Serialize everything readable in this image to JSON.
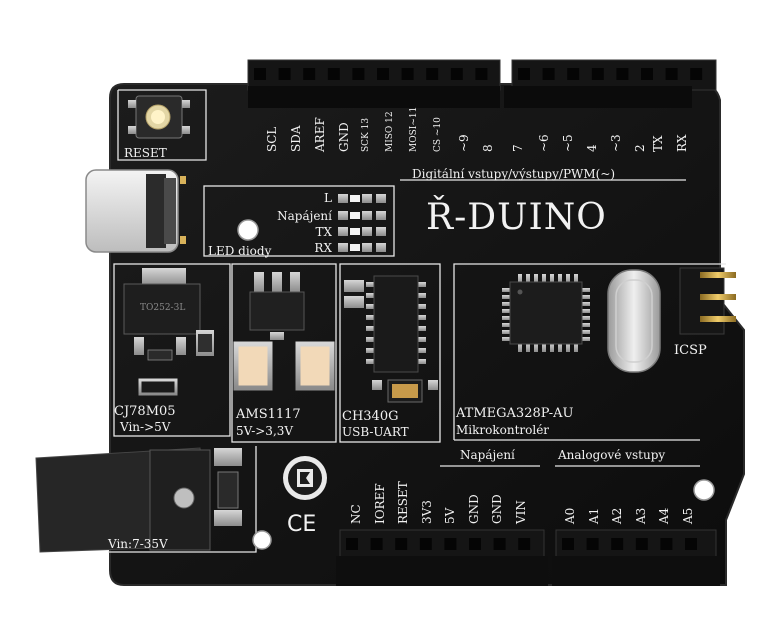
{
  "board": {
    "name": "Ř-DUINO",
    "top_header_pins": [
      "SCL",
      "SDA",
      "AREF",
      "GND",
      "SCK 13",
      "MISO 12",
      "MOSI~11",
      "CS ~10",
      "~9",
      "8",
      "7",
      "~6",
      "~5",
      "4",
      "~3",
      "2",
      "TX",
      "RX"
    ],
    "digital_label": "Digitální vstupy/výstupy/PWM(~)",
    "reset_label": "RESET",
    "led_section": {
      "title": "LED diody",
      "leds": [
        "L",
        "Napájení",
        "TX",
        "RX"
      ]
    },
    "chips": {
      "regulator5v_marking": "TO252-3L",
      "regulator5v_name": "CJ78M05",
      "regulator5v_desc": "Vin->5V",
      "regulator3v3_name": "AMS1117",
      "regulator3v3_desc": "5V->3,3V",
      "usb_uart_name": "CH340G",
      "usb_uart_desc": "USB-UART",
      "mcu_name": "ATMEGA328P-AU",
      "mcu_desc": "Mikrokontrolér"
    },
    "icsp_label": "ICSP",
    "power_header_title": "Napájení",
    "power_pins": [
      "NC",
      "IOREF",
      "RESET",
      "3V3",
      "5V",
      "GND",
      "GND",
      "VIN"
    ],
    "analog_header_title": "Analogové vstupy",
    "analog_pins": [
      "A0",
      "A1",
      "A2",
      "A3",
      "A4",
      "A5"
    ],
    "vin_range": "Vin:7-35V",
    "ce_mark": "CE"
  }
}
